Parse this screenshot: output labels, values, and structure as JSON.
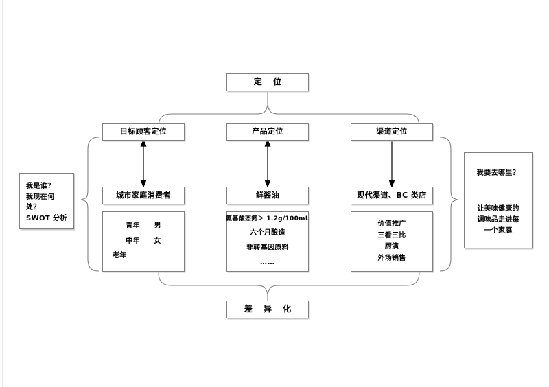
{
  "diagram": {
    "top": {
      "label": "定  位"
    },
    "bottom": {
      "label": "差  异  化"
    },
    "columns": [
      {
        "heading": "目标顾客定位",
        "subject": "城市家庭消费者",
        "details": [
          "青年　　男",
          "中年　　女",
          "老年"
        ]
      },
      {
        "heading": "产品定位",
        "subject": "鲜酱油",
        "details": [
          "氨基酸态氮＞ 1.2g/100mL",
          "六个月酿造",
          "非转基因原料",
          "……"
        ]
      },
      {
        "heading": "渠道定位",
        "subject": "现代渠道、BC 类店",
        "details": [
          "价值推广",
          "三看三比",
          "厨演",
          "外场销售"
        ]
      }
    ],
    "left_panel": {
      "question_line1": "我是谁？",
      "question_line2": "我现在何",
      "question_line3": "处？",
      "method": "SWOT 分析"
    },
    "right_panel": {
      "question": "我要去哪里？",
      "statement_line1": "让美味健康的",
      "statement_line2": "调味品走进每",
      "statement_line3": "一个家庭"
    },
    "colors": {
      "stroke": "#808080",
      "arrow": "#000000",
      "text": "#000000",
      "background": "#ffffff"
    }
  }
}
